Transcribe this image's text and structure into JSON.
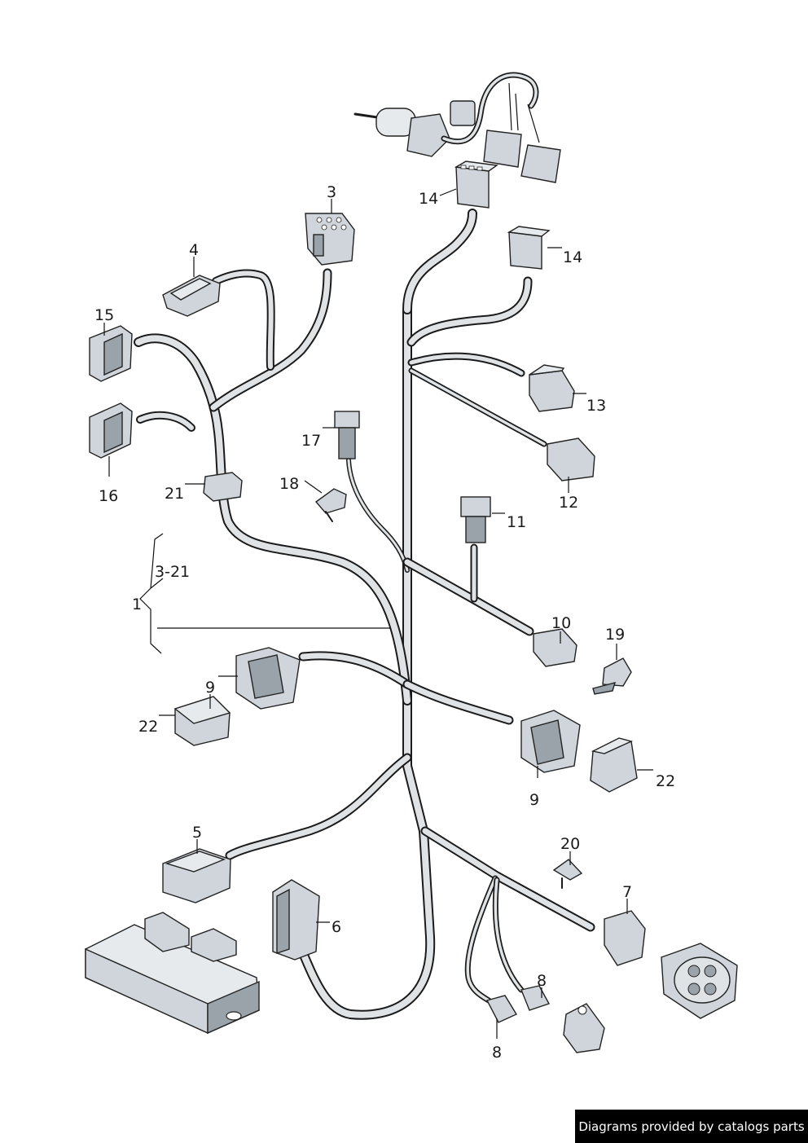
{
  "callouts": [
    {
      "id": "c1",
      "text": "1"
    },
    {
      "id": "c3-21",
      "text": "3-21"
    },
    {
      "id": "c3",
      "text": "3"
    },
    {
      "id": "c4",
      "text": "4"
    },
    {
      "id": "c5",
      "text": "5"
    },
    {
      "id": "c6",
      "text": "6"
    },
    {
      "id": "c7",
      "text": "7"
    },
    {
      "id": "c8a",
      "text": "8"
    },
    {
      "id": "c8b",
      "text": "8"
    },
    {
      "id": "c9a",
      "text": "9"
    },
    {
      "id": "c9b",
      "text": "9"
    },
    {
      "id": "c10",
      "text": "10"
    },
    {
      "id": "c11",
      "text": "11"
    },
    {
      "id": "c12",
      "text": "12"
    },
    {
      "id": "c13",
      "text": "13"
    },
    {
      "id": "c14a",
      "text": "14"
    },
    {
      "id": "c14b",
      "text": "14"
    },
    {
      "id": "c15",
      "text": "15"
    },
    {
      "id": "c16",
      "text": "16"
    },
    {
      "id": "c17",
      "text": "17"
    },
    {
      "id": "c18",
      "text": "18"
    },
    {
      "id": "c19",
      "text": "19"
    },
    {
      "id": "c20",
      "text": "20"
    },
    {
      "id": "c21",
      "text": "21"
    },
    {
      "id": "c22a",
      "text": "22"
    },
    {
      "id": "c22b",
      "text": "22"
    }
  ],
  "footer": {
    "credit": "Diagrams provided by catalogs parts"
  },
  "colors": {
    "background": "#ffffff",
    "line": "#1b1b1b",
    "part_fill": "#cfd5da",
    "credit_background": "#000000",
    "credit_text": "#ffffff"
  }
}
